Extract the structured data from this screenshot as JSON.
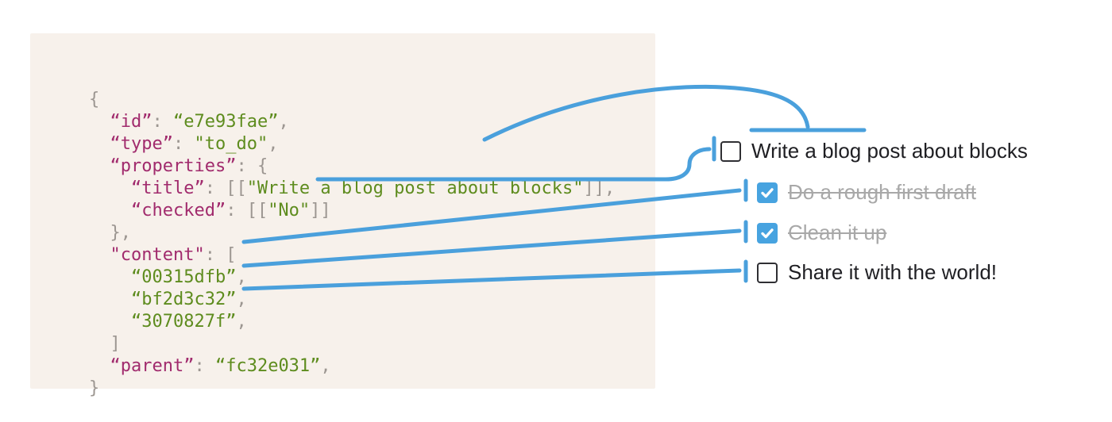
{
  "colors": {
    "accent-blue": "#4AA0DC",
    "checkbox-blue": "#47A3E0",
    "code-key": "#A12B6D",
    "code-string": "#5E8C1E",
    "code-punct": "#9C9691",
    "panel-bg": "#F7F1EB",
    "todo-text": "#1F1F23",
    "todo-done-text": "#A8A8A8",
    "checkbox-border": "#2F2F33",
    "page-bg": "#FFFFFF"
  },
  "code_block": {
    "language": "json",
    "lines": [
      [
        [
          "p",
          "{"
        ]
      ],
      [
        [
          "p",
          "  "
        ],
        [
          "k",
          "“id”"
        ],
        [
          "p",
          ": "
        ],
        [
          "s",
          "“e7e93fae”"
        ],
        [
          "p",
          ","
        ]
      ],
      [
        [
          "p",
          "  "
        ],
        [
          "k",
          "“type”"
        ],
        [
          "p",
          ": "
        ],
        [
          "s",
          "\"to_do\""
        ],
        [
          "p",
          ","
        ]
      ],
      [
        [
          "p",
          "  "
        ],
        [
          "k",
          "“properties”"
        ],
        [
          "p",
          ": {"
        ]
      ],
      [
        [
          "p",
          "    "
        ],
        [
          "k",
          "“title”"
        ],
        [
          "p",
          ": [["
        ],
        [
          "s",
          "\"Write a blog post about blocks\""
        ],
        [
          "p",
          "]],"
        ]
      ],
      [
        [
          "p",
          "    "
        ],
        [
          "k",
          "“checked”"
        ],
        [
          "p",
          ": [["
        ],
        [
          "s",
          "\"No\""
        ],
        [
          "p",
          "]]"
        ]
      ],
      [
        [
          "p",
          "  },"
        ]
      ],
      [
        [
          "p",
          "  "
        ],
        [
          "k",
          "\"content\""
        ],
        [
          "p",
          ": ["
        ]
      ],
      [
        [
          "p",
          "    "
        ],
        [
          "s",
          "“00315dfb”"
        ],
        [
          "p",
          ","
        ]
      ],
      [
        [
          "p",
          "    "
        ],
        [
          "s",
          "“bf2d3c32”"
        ],
        [
          "p",
          ","
        ]
      ],
      [
        [
          "p",
          "    "
        ],
        [
          "s",
          "“3070827f”"
        ],
        [
          "p",
          ","
        ]
      ],
      [
        [
          "p",
          "  ]"
        ]
      ],
      [
        [
          "p",
          "  "
        ],
        [
          "k",
          "“parent”"
        ],
        [
          "p",
          ": "
        ],
        [
          "s",
          "“fc32e031”"
        ],
        [
          "p",
          ","
        ]
      ],
      [
        [
          "p",
          "}"
        ]
      ]
    ]
  },
  "todo_list": {
    "items": [
      {
        "label": "Write a blog post about blocks",
        "checked": false
      },
      {
        "label": "Do a rough first draft",
        "checked": true
      },
      {
        "label": "Clean it up",
        "checked": true
      },
      {
        "label": "Share it with the world!",
        "checked": false
      }
    ]
  }
}
